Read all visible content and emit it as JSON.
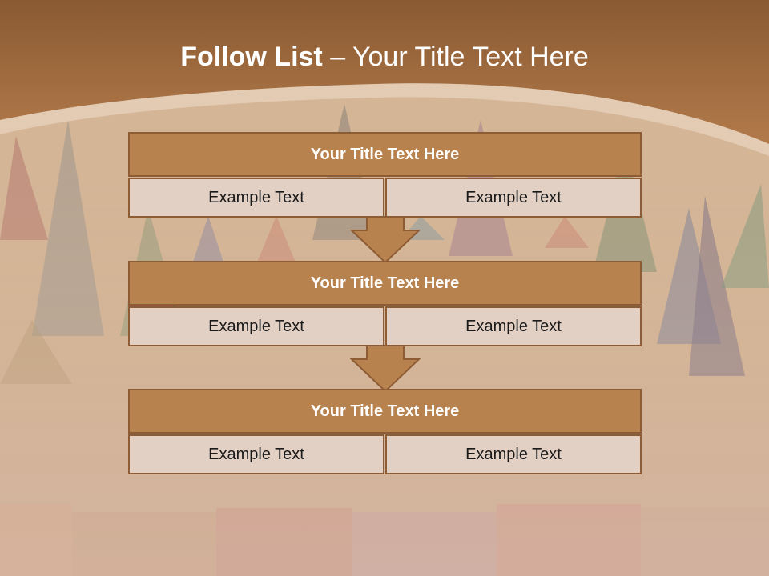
{
  "slide": {
    "title_bold": "Follow List",
    "title_rest": " – Your Title Text Here"
  },
  "blocks": [
    {
      "title": "Your Title Text Here",
      "left_text": "Example Text",
      "right_text": "Example Text"
    },
    {
      "title": "Your Title Text Here",
      "left_text": "Example Text",
      "right_text": "Example Text"
    },
    {
      "title": "Your Title Text Here",
      "left_text": "Example Text",
      "right_text": "Example Text"
    }
  ],
  "colors": {
    "header_fill": "#b8824f",
    "header_border": "#8e5c34",
    "cell_fill": "#e2d0c4",
    "band": "#a36a3a"
  }
}
